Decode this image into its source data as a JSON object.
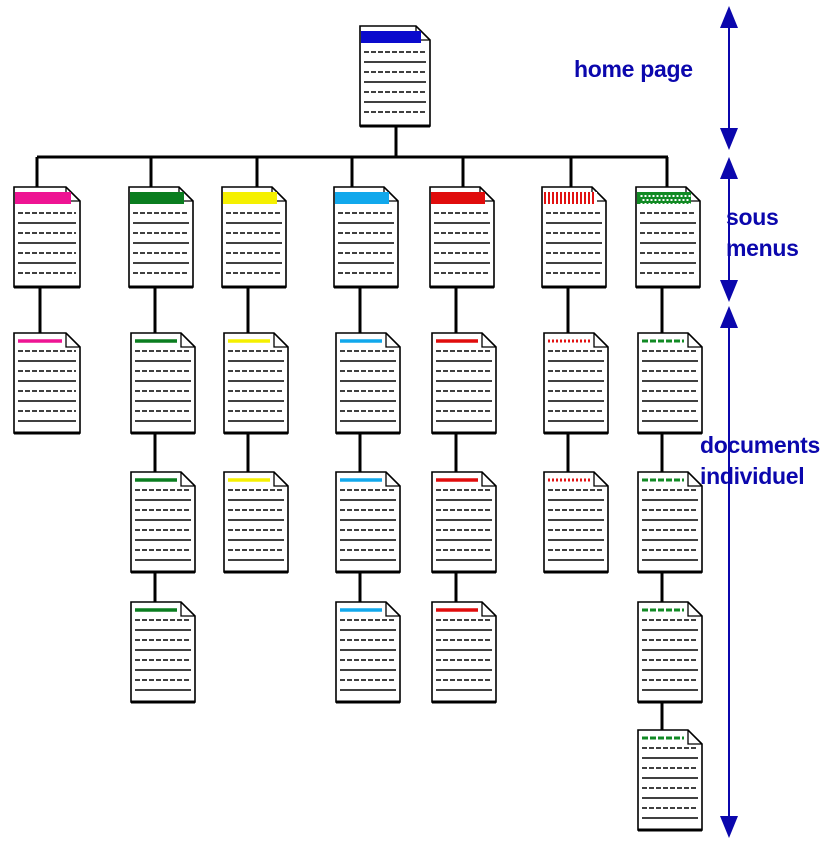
{
  "labels": {
    "home": "home page",
    "sous_line1": "sous",
    "sous_line2": "menus",
    "docs_line1": "documents",
    "docs_line2": "individuel"
  },
  "colors": {
    "arrow_blue": "#0b07ad",
    "connector": "#000000",
    "home_tab": "#0a0acd",
    "branch_tabs": [
      "#ee1493",
      "#0a7d1f",
      "#f5f000",
      "#11a8ec",
      "#e00c0c",
      "#e21212",
      "#118a24"
    ],
    "branch_tab_styles": [
      "solid",
      "solid",
      "solid",
      "solid",
      "solid",
      "striped",
      "dotted"
    ]
  },
  "structure": {
    "branch_count": 7,
    "documents_per_branch": [
      1,
      3,
      2,
      3,
      3,
      2,
      4
    ]
  }
}
